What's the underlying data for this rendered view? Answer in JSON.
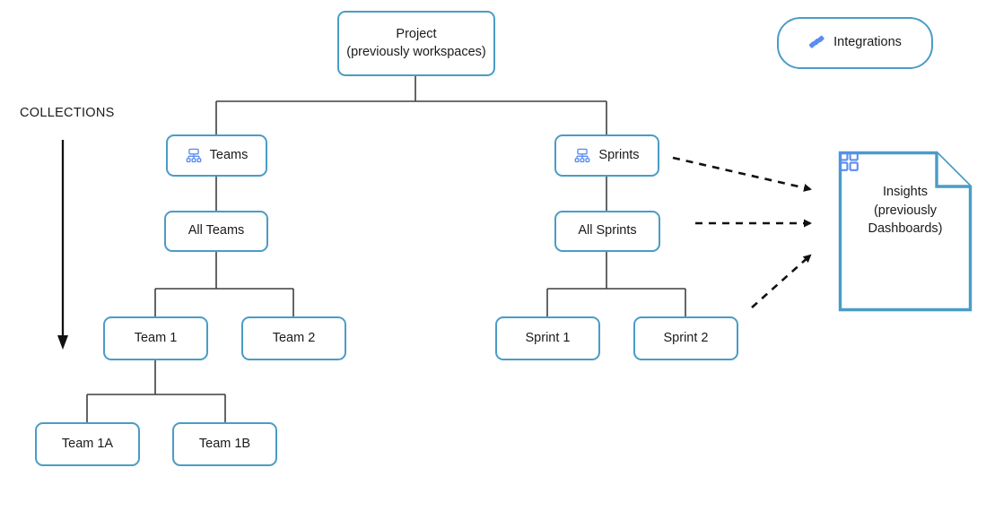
{
  "diagram": {
    "title_label": "COLLECTIONS",
    "accent_color": "#4a9cc7",
    "icon_color": "#5b8def",
    "line_color": "#3f3f3f",
    "text_color": "#1a1a1a",
    "background": "#ffffff"
  },
  "nodes": {
    "project": {
      "line1": "Project",
      "line2": "(previously workspaces)",
      "icon": ""
    },
    "integrations": {
      "label": "Integrations",
      "icon": "link-icon"
    },
    "teams": {
      "label": "Teams",
      "icon": "org-chart-icon"
    },
    "sprints": {
      "label": "Sprints",
      "icon": "org-chart-icon"
    },
    "all_teams": {
      "label": "All Teams"
    },
    "all_sprints": {
      "label": "All Sprints"
    },
    "team_1": {
      "label": "Team 1"
    },
    "team_2": {
      "label": "Team 2"
    },
    "sprint_1": {
      "label": "Sprint 1"
    },
    "sprint_2": {
      "label": "Sprint 2"
    },
    "team_1a": {
      "label": "Team 1A"
    },
    "team_1b": {
      "label": "Team 1B"
    },
    "insights": {
      "line1": "Insights",
      "line2": "(previously",
      "line3": "Dashboards)",
      "icon": "grid-2x2-icon"
    }
  },
  "edges": {
    "solid": [
      "project-to-teams",
      "project-to-sprints",
      "teams-to-all-teams",
      "all-teams-to-team-1",
      "all-teams-to-team-2",
      "team-1-to-team-1a",
      "team-1-to-team-1b",
      "sprints-to-all-sprints",
      "all-sprints-to-sprint-1",
      "all-sprints-to-sprint-2"
    ],
    "dashed": [
      "sprints-to-insights",
      "all-sprints-to-insights",
      "sprint-children-to-insights"
    ],
    "collections_arrow": "collections-direction-arrow"
  }
}
